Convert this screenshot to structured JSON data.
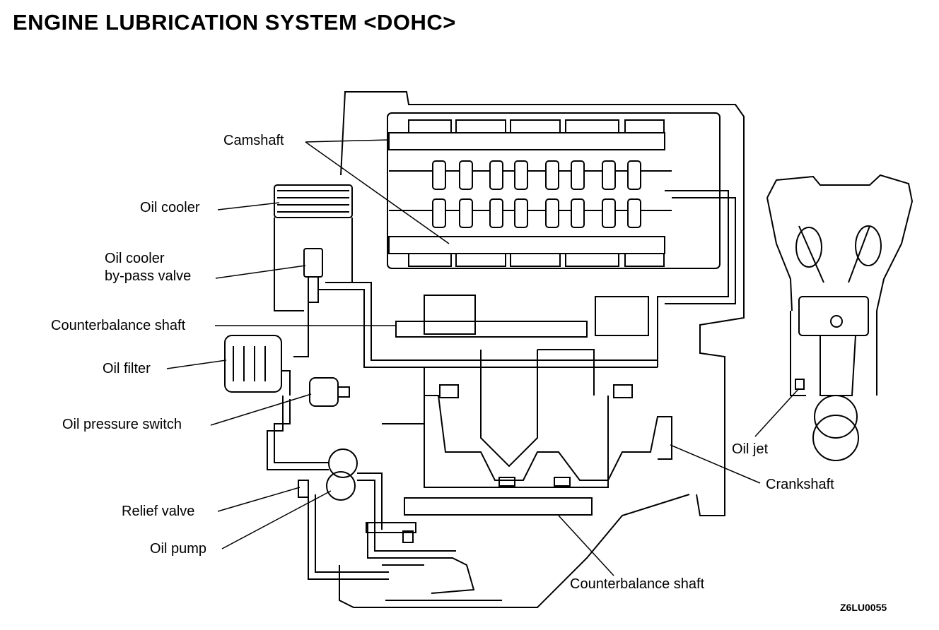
{
  "title": "ENGINE LUBRICATION SYSTEM <DOHC>",
  "labels": {
    "camshaft": "Camshaft",
    "oil_cooler": "Oil cooler",
    "bypass_valve_line1": "Oil cooler",
    "bypass_valve_line2": "by-pass valve",
    "counterbalance_shaft_upper": "Counterbalance shaft",
    "oil_filter": "Oil filter",
    "oil_pressure_switch": "Oil pressure switch",
    "relief_valve": "Relief valve",
    "oil_pump": "Oil pump",
    "counterbalance_shaft_lower": "Counterbalance shaft",
    "crankshaft": "Crankshaft",
    "oil_jet": "Oil jet"
  },
  "figure_code": "Z6LU0055"
}
